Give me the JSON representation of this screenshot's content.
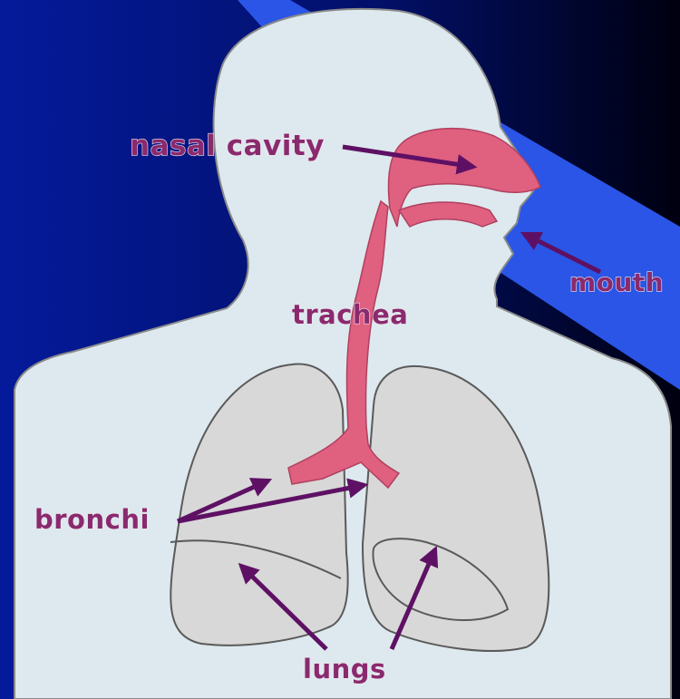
{
  "colors": {
    "background_dark": "#000010",
    "background_navy": "#041a9a",
    "background_blue": "#2a55e6",
    "body_fill": "#dde9ee",
    "body_outline": "#8a8a8a",
    "lung_fill": "#d8d8d8",
    "lung_outline": "#5a5a5a",
    "airway_fill": "#e06080",
    "arrow_color": "#5e1164",
    "label_color": "#8a2a6e"
  },
  "labels": {
    "nasal_cavity": "nasal cavity",
    "mouth": "mouth",
    "trachea": "trachea",
    "bronchi": "bronchi",
    "lungs": "lungs"
  }
}
